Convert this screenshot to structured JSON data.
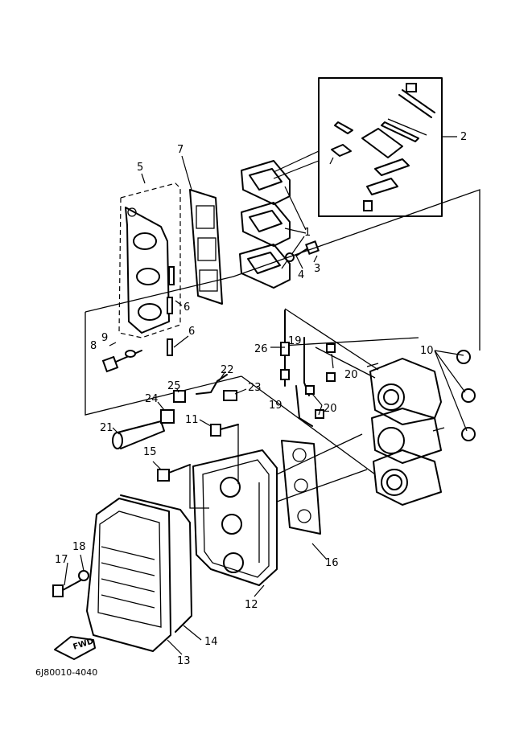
{
  "callouts": {
    "c1": "1",
    "c2": "2",
    "c3": "3",
    "c4": "4",
    "c5": "5",
    "c6a": "6",
    "c6b": "6",
    "c7": "7",
    "c8": "8",
    "c9": "9",
    "c10": "10",
    "c11": "11",
    "c12": "12",
    "c13": "13",
    "c14": "14",
    "c15": "15",
    "c16": "16",
    "c17": "17",
    "c18": "18",
    "c19a": "19",
    "c19b": "19",
    "c20a": "20",
    "c20b": "20",
    "c21": "21",
    "c22": "22",
    "c23": "23",
    "c24": "24",
    "c25": "25",
    "c26": "26"
  },
  "fwd_label": "FWD",
  "drawing_code": "6J80010-4040"
}
